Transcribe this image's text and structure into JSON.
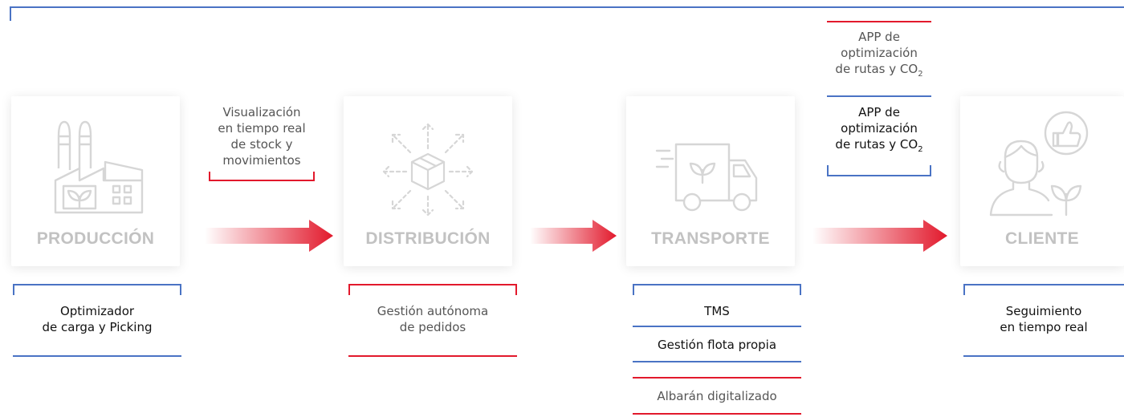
{
  "stages": {
    "produccion": {
      "label": "PRODUCCIÓN"
    },
    "distribucion": {
      "label": "DISTRIBUCIÓN"
    },
    "transporte": {
      "label": "TRANSPORTE"
    },
    "cliente": {
      "label": "CLIENTE"
    }
  },
  "annotations": {
    "visualizacion": [
      "Visualización",
      "en tiempo real",
      "de stock y",
      "movimientos"
    ],
    "app_light": [
      "APP de",
      "optimización",
      "de rutas y CO"
    ],
    "app_bold": [
      "APP de",
      "optimización",
      "de rutas y CO"
    ],
    "co2_subscript": "2",
    "optimizador": [
      "Optimizador",
      "de carga y Picking"
    ],
    "gestion_autonoma": [
      "Gestión autónoma",
      "de pedidos"
    ],
    "tms": "TMS",
    "gestion_flota": "Gestión flota propia",
    "albaran": "Albarán digitalizado",
    "seguimiento": [
      "Seguimiento",
      "en tiempo real"
    ]
  },
  "colors": {
    "blue": "#4a73c4",
    "red": "#e2192c",
    "icon_gray": "#d6d6d6",
    "label_gray": "#c2c2c2"
  },
  "icons": [
    "factory-icon",
    "box-arrows-icon",
    "truck-icon",
    "customer-thumbs-up-icon"
  ]
}
